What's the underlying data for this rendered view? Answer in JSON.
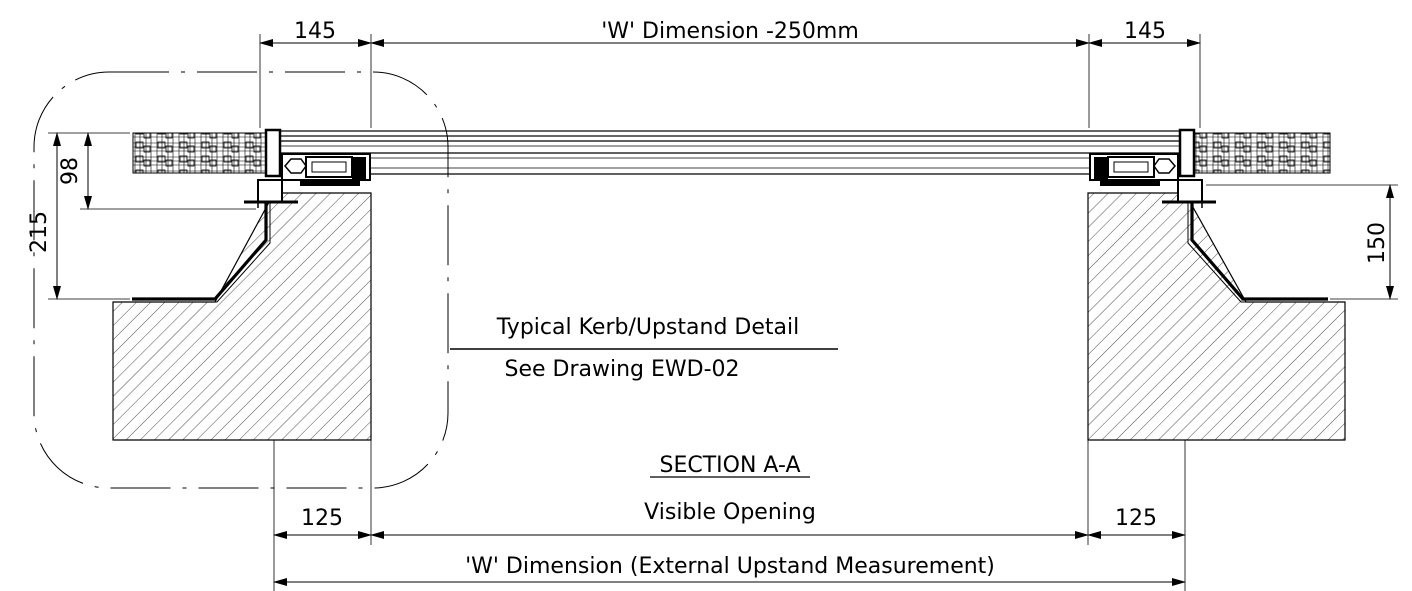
{
  "dimensions": {
    "top_left": "145",
    "top_center": "'W' Dimension -250mm",
    "top_right": "145",
    "left_outer": "215",
    "left_inner": "98",
    "right_side": "150",
    "bottom_left": "125",
    "bottom_center": "Visible Opening",
    "bottom_right": "125",
    "bottom_overall": "'W' Dimension (External Upstand Measurement)"
  },
  "notes": {
    "detail_title": "Typical Kerb/Upstand Detail",
    "detail_reference": "See Drawing EWD-02",
    "section_label": "SECTION A-A"
  }
}
